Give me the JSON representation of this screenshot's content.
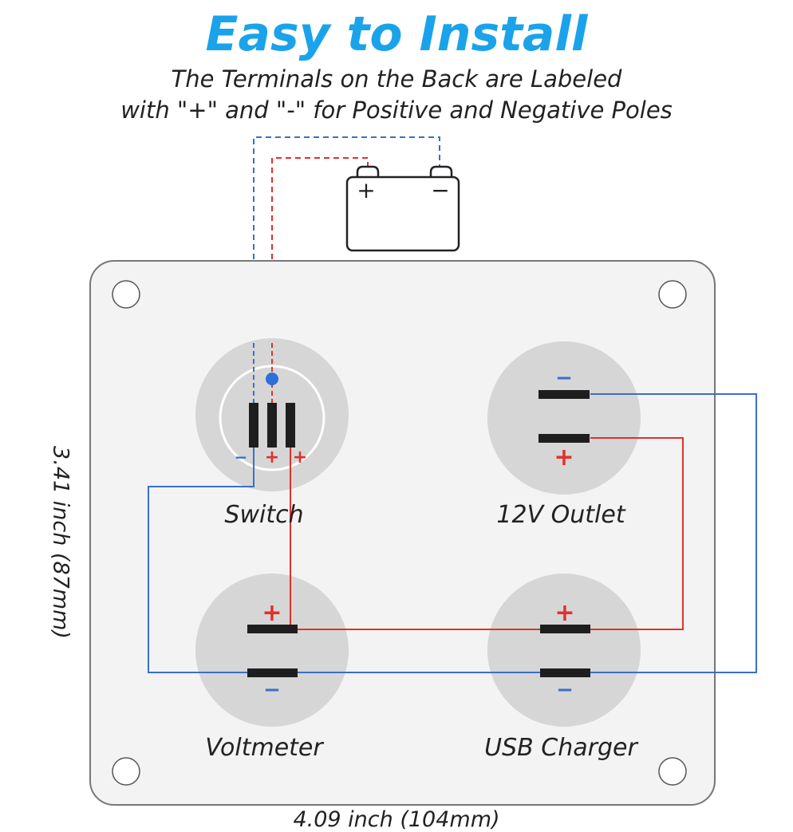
{
  "header": {
    "title": "Easy to Install",
    "subtitle_line1": "The Terminals on the Back are Labeled",
    "subtitle_line2": "with \"+\" and \"-\" for Positive and Negative Poles"
  },
  "battery": {
    "positive_symbol": "+",
    "negative_symbol": "−"
  },
  "components": {
    "switch": {
      "label": "Switch",
      "terminal_marks": [
        "−",
        "+",
        "+"
      ]
    },
    "outlet": {
      "label": "12V Outlet",
      "terminal_marks": [
        "−",
        "+"
      ]
    },
    "voltmeter": {
      "label": "Voltmeter",
      "terminal_marks": [
        "+",
        "−"
      ]
    },
    "usb": {
      "label": "USB Charger",
      "terminal_marks": [
        "+",
        "−"
      ]
    }
  },
  "dimensions": {
    "height": "3.41 inch (87mm)",
    "width": "4.09 inch (104mm)"
  },
  "colors": {
    "accent": "#1aa3ea",
    "positive_wire": "#e0312b",
    "negative_wire": "#3a6fc7",
    "panel": "#f3f3f3",
    "socket": "#d6d6d6",
    "terminal": "#1e1e1e"
  }
}
